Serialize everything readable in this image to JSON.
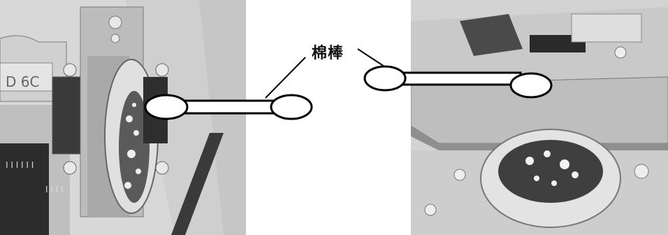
{
  "callout": {
    "label": "棉棒"
  },
  "left_panel": {
    "part_text": "D 6C",
    "digits_1": "I I I I I I",
    "digits_2": "I I I I"
  },
  "colors": {
    "background": "#ffffff",
    "metal_light": "#dcdcdc",
    "metal_mid": "#bdbdbd",
    "metal_dark": "#8e8e8e",
    "line": "#000000"
  }
}
